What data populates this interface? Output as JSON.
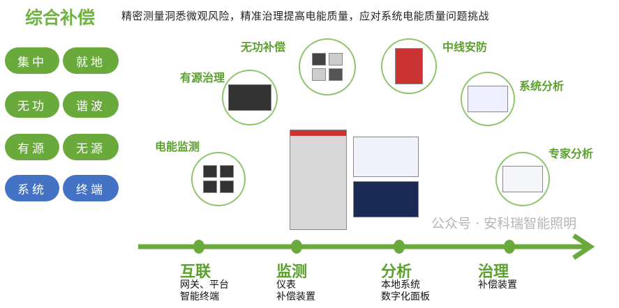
{
  "header": {
    "title": "综合补偿",
    "subtitle": "精密测量洞悉微观风险，精准治理提高电能质量，应对系统电能质量问题挑战"
  },
  "pills": [
    [
      "集中",
      "就地"
    ],
    [
      "无功",
      "谐波"
    ],
    [
      "有源",
      "无源"
    ],
    [
      "系统",
      "终端"
    ]
  ],
  "modules": {
    "active": "有源治理",
    "reactive": "无功补偿",
    "neutral": "中线安防",
    "system": "系统分析",
    "expert": "专家分析",
    "monitor": "电能监测"
  },
  "timeline": [
    {
      "title": "互联",
      "lines": [
        "网关、平台",
        "智能终端"
      ]
    },
    {
      "title": "监测",
      "lines": [
        "仪表",
        "补偿装置"
      ]
    },
    {
      "title": "分析",
      "lines": [
        "本地系统",
        "数字化面板"
      ]
    },
    {
      "title": "治理",
      "lines": [
        "补偿装置"
      ]
    }
  ],
  "watermark": "公众号 · 安科瑞智能照明",
  "colors": {
    "green": "#6aaa3c",
    "blue": "#4472c4",
    "label_green": "#5aa02c"
  }
}
